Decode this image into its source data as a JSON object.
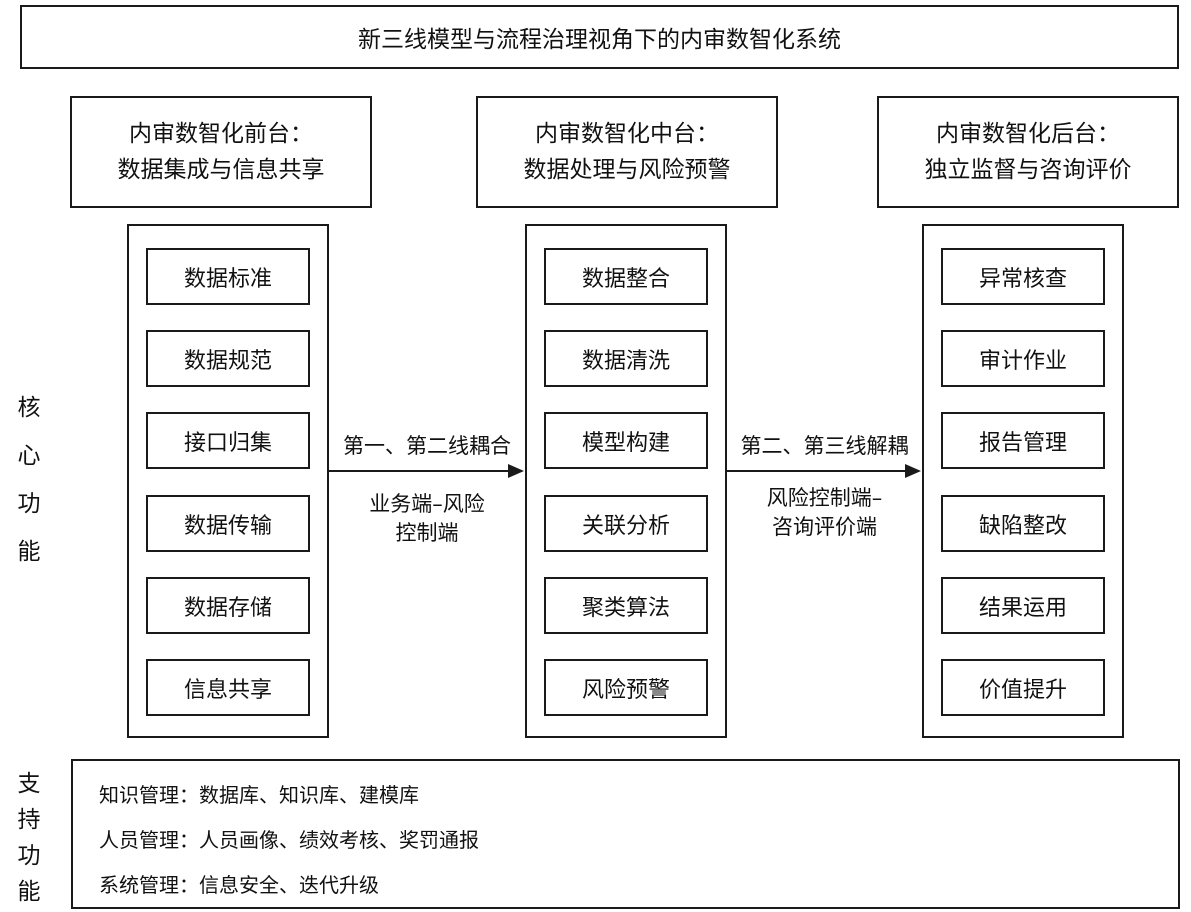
{
  "title": "新三线模型与流程治理视角下的内审数智化系统",
  "columns": [
    {
      "header_line1": "内审数智化前台：",
      "header_line2": "数据集成与信息共享",
      "items": [
        "数据标准",
        "数据规范",
        "接口归集",
        "数据传输",
        "数据存储",
        "信息共享"
      ]
    },
    {
      "header_line1": "内审数智化中台：",
      "header_line2": "数据处理与风险预警",
      "items": [
        "数据整合",
        "数据清洗",
        "模型构建",
        "关联分析",
        "聚类算法",
        "风险预警"
      ]
    },
    {
      "header_line1": "内审数智化后台：",
      "header_line2": "独立监督与咨询评价",
      "items": [
        "异常核查",
        "审计作业",
        "报告管理",
        "缺陷整改",
        "结果运用",
        "价值提升"
      ]
    }
  ],
  "connectors": [
    {
      "label": "第一、第二线耦合",
      "sub_line1": "业务端–风险",
      "sub_line2": "控制端"
    },
    {
      "label": "第二、第三线解耦",
      "sub_line1": "风险控制端–",
      "sub_line2": "咨询评价端"
    }
  ],
  "side_labels": {
    "core": [
      "核",
      "心",
      "功",
      "能"
    ],
    "support": [
      "支",
      "持",
      "功",
      "能"
    ]
  },
  "support_lines": [
    "知识管理：数据库、知识库、建模库",
    "人员管理：人员画像、绩效考核、奖罚通报",
    "系统管理：信息安全、迭代升级"
  ]
}
